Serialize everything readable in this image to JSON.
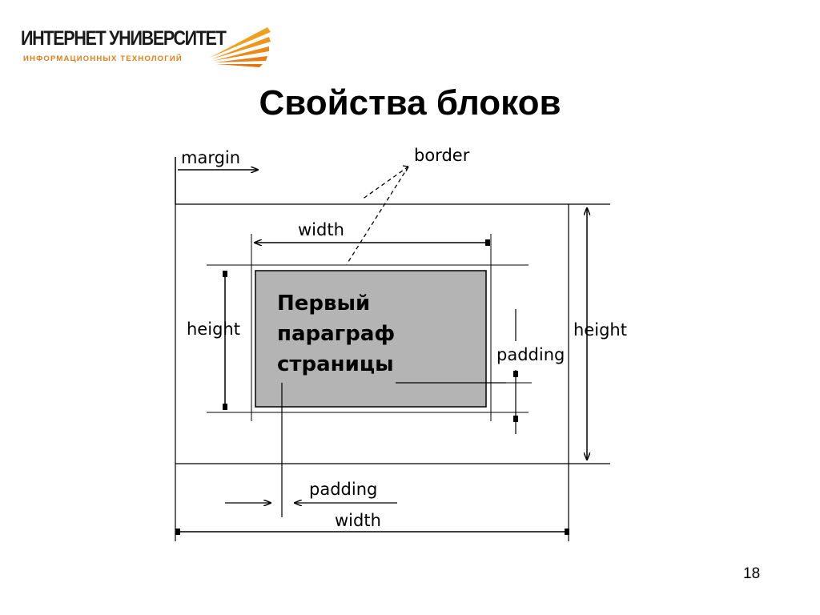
{
  "logo": {
    "main": "ИНТЕРНЕТ УНИВЕРСИТЕТ",
    "sub": "ИНФОРМАЦИОННЫХ ТЕХНОЛОГИЙ"
  },
  "title": "Свойства блоков",
  "diagram": {
    "labels": {
      "margin": "margin",
      "border": "border",
      "width_inner": "width",
      "height_left": "height",
      "height_right": "height",
      "padding_right": "padding",
      "padding_bottom": "padding",
      "width_outer": "width"
    },
    "content": {
      "line1": "Первый",
      "line2": "параграф",
      "line3": "страницы"
    },
    "colors": {
      "content_fill": "#b4b4b4",
      "line": "#000000"
    }
  },
  "page_number": "18"
}
